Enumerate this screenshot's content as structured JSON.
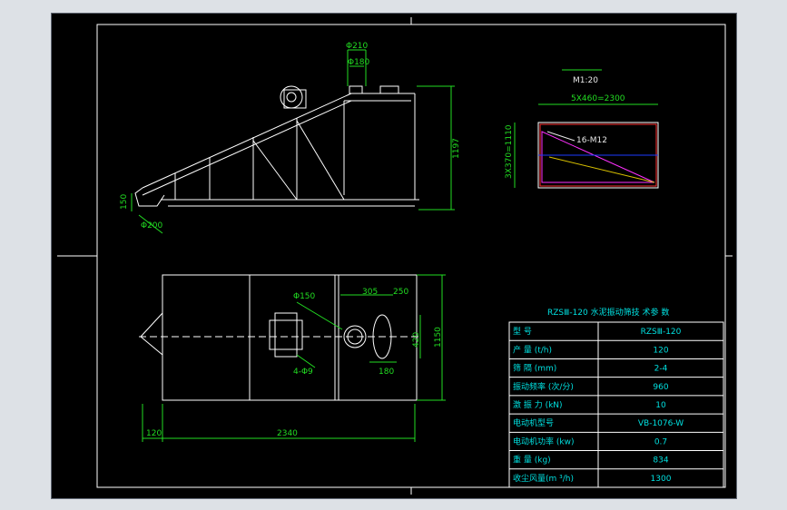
{
  "drawing": {
    "elevation_view": {
      "dim_top_outer": "Φ210",
      "dim_top_inner": "Φ180",
      "dim_height": "1197",
      "dim_outlet": "150",
      "dim_outlet_dia": "Φ200"
    },
    "plan_view": {
      "dim_hole": "Φ150",
      "dim_bolts": "4-Φ9",
      "dim_305": "305",
      "dim_250": "250",
      "dim_420": "420",
      "dim_1150": "1150",
      "dim_180": "180",
      "dim_120": "120",
      "dim_2340": "2340"
    },
    "detail_view": {
      "scale": "M1:20",
      "dim_width": "5X460=2300",
      "dim_height": "3X370=1110",
      "label_bolts": "16-M12"
    },
    "spec_table": {
      "title": "RZSⅢ-120  水泥振动筛技 术参 数",
      "rows": [
        {
          "label": "型       号",
          "value": "RZSⅢ-120"
        },
        {
          "label": "产     量 (t/h)",
          "value": "120"
        },
        {
          "label": "筛     隔 (mm)",
          "value": "2-4"
        },
        {
          "label": "振动频率 (次/分)",
          "value": "960"
        },
        {
          "label": "激 振 力  (kN)",
          "value": "10"
        },
        {
          "label": "电动机型号",
          "value": "VB-1076-W"
        },
        {
          "label": "电动机功率 (kw)",
          "value": "0.7"
        },
        {
          "label": "重     量 (kg)",
          "value": "834"
        },
        {
          "label": "收尘风量(m  ³/h)",
          "value": "1300"
        }
      ]
    },
    "colors": {
      "background": "#000000",
      "line": "#ffffff",
      "dimension": "#22dd22",
      "text_cyan": "#00e0e0"
    }
  }
}
